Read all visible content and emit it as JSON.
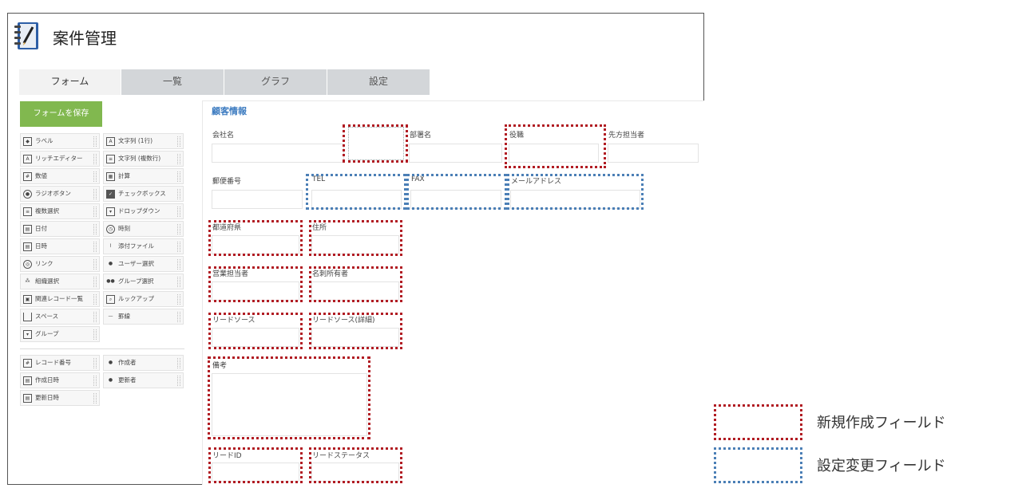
{
  "app": {
    "title": "案件管理"
  },
  "tabs": [
    {
      "label": "フォーム",
      "active": true
    },
    {
      "label": "一覧",
      "active": false
    },
    {
      "label": "グラフ",
      "active": false
    },
    {
      "label": "設定",
      "active": false
    }
  ],
  "palette": {
    "save_label": "フォームを保存",
    "items": [
      {
        "label": "ラベル",
        "icon": "tag-icon"
      },
      {
        "label": "文字列 (1行)",
        "icon": "abc-icon"
      },
      {
        "label": "リッチエディター",
        "icon": "rich-editor-icon"
      },
      {
        "label": "文字列 (複数行)",
        "icon": "multiline-icon"
      },
      {
        "label": "数値",
        "icon": "number-icon"
      },
      {
        "label": "計算",
        "icon": "calculator-icon"
      },
      {
        "label": "ラジオボタン",
        "icon": "radio-icon"
      },
      {
        "label": "チェックボックス",
        "icon": "checkbox-icon"
      },
      {
        "label": "複数選択",
        "icon": "multi-select-icon"
      },
      {
        "label": "ドロップダウン",
        "icon": "dropdown-icon"
      },
      {
        "label": "日付",
        "icon": "date-icon"
      },
      {
        "label": "時刻",
        "icon": "clock-icon"
      },
      {
        "label": "日時",
        "icon": "datetime-icon"
      },
      {
        "label": "添付ファイル",
        "icon": "paperclip-icon"
      },
      {
        "label": "リンク",
        "icon": "link-icon"
      },
      {
        "label": "ユーザー選択",
        "icon": "user-icon"
      },
      {
        "label": "組織選択",
        "icon": "organization-icon"
      },
      {
        "label": "グループ選択",
        "icon": "group-icon"
      },
      {
        "label": "関連レコード一覧",
        "icon": "related-records-icon"
      },
      {
        "label": "ルックアップ",
        "icon": "lookup-icon"
      },
      {
        "label": "スペース",
        "icon": "space-icon"
      },
      {
        "label": "罫線",
        "icon": "line-icon"
      },
      {
        "label": "グループ",
        "icon": "folder-icon"
      }
    ],
    "system_items": [
      {
        "label": "レコード番号",
        "icon": "record-number-icon"
      },
      {
        "label": "作成者",
        "icon": "user-icon"
      },
      {
        "label": "作成日時",
        "icon": "date-icon"
      },
      {
        "label": "更新者",
        "icon": "user-icon"
      },
      {
        "label": "更新日時",
        "icon": "date-icon"
      }
    ]
  },
  "form": {
    "section_title": "顧客情報",
    "fields": {
      "company": "会社名",
      "department": "部署名",
      "position": "役職",
      "contact_person": "先方担当者",
      "postal_code": "郵便番号",
      "tel": "TEL",
      "fax": "FAX",
      "email": "メールアドレス",
      "prefecture": "都道府県",
      "address": "住所",
      "sales_rep": "営業担当者",
      "card_owner": "名刺所有者",
      "lead_source": "リードソース",
      "lead_source_detail": "リードソース(詳細)",
      "remarks": "備考",
      "lead_id": "リードID",
      "lead_status": "リードステータス"
    }
  },
  "legend": {
    "new_field": "新規作成フィールド",
    "changed_field": "設定変更フィールド"
  },
  "colors": {
    "new_field_border": "#b11c23",
    "changed_field_border": "#4b7fb6",
    "save_button": "#81b84f",
    "section_title": "#3c7bc0"
  }
}
